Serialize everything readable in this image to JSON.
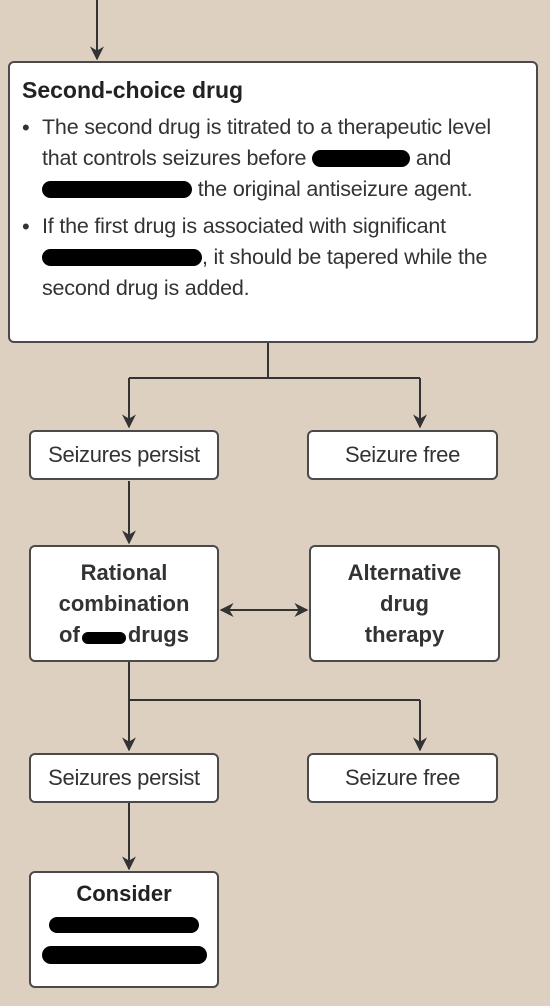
{
  "main_box": {
    "title": "Second-choice drug",
    "bullet_1_a": "The second drug is titrated to a therapeutic level that controls seizures before",
    "bullet_1_b": "and",
    "bullet_1_c": "the original antiseizure agent.",
    "bullet_2_a": "If the first drug is  associated with significant",
    "bullet_2_b": ", it should be tapered while the second drug is added."
  },
  "seizures_persist_1": "Seizures persist",
  "seizure_free_1": "Seizure free",
  "rational_combination": [
    "Rational",
    "combination",
    "of",
    "drugs"
  ],
  "alternative_therapy": [
    "Alternative",
    "drug",
    "therapy"
  ],
  "seizures_persist_2": "Seizures persist",
  "seizure_free_2": "Seizure free",
  "consider_box": {
    "title": "Consider"
  },
  "colors": {
    "background": "#ddd0c1",
    "box_fill": "#ffffff",
    "border": "#4a4a4a",
    "redaction": "#000000"
  }
}
